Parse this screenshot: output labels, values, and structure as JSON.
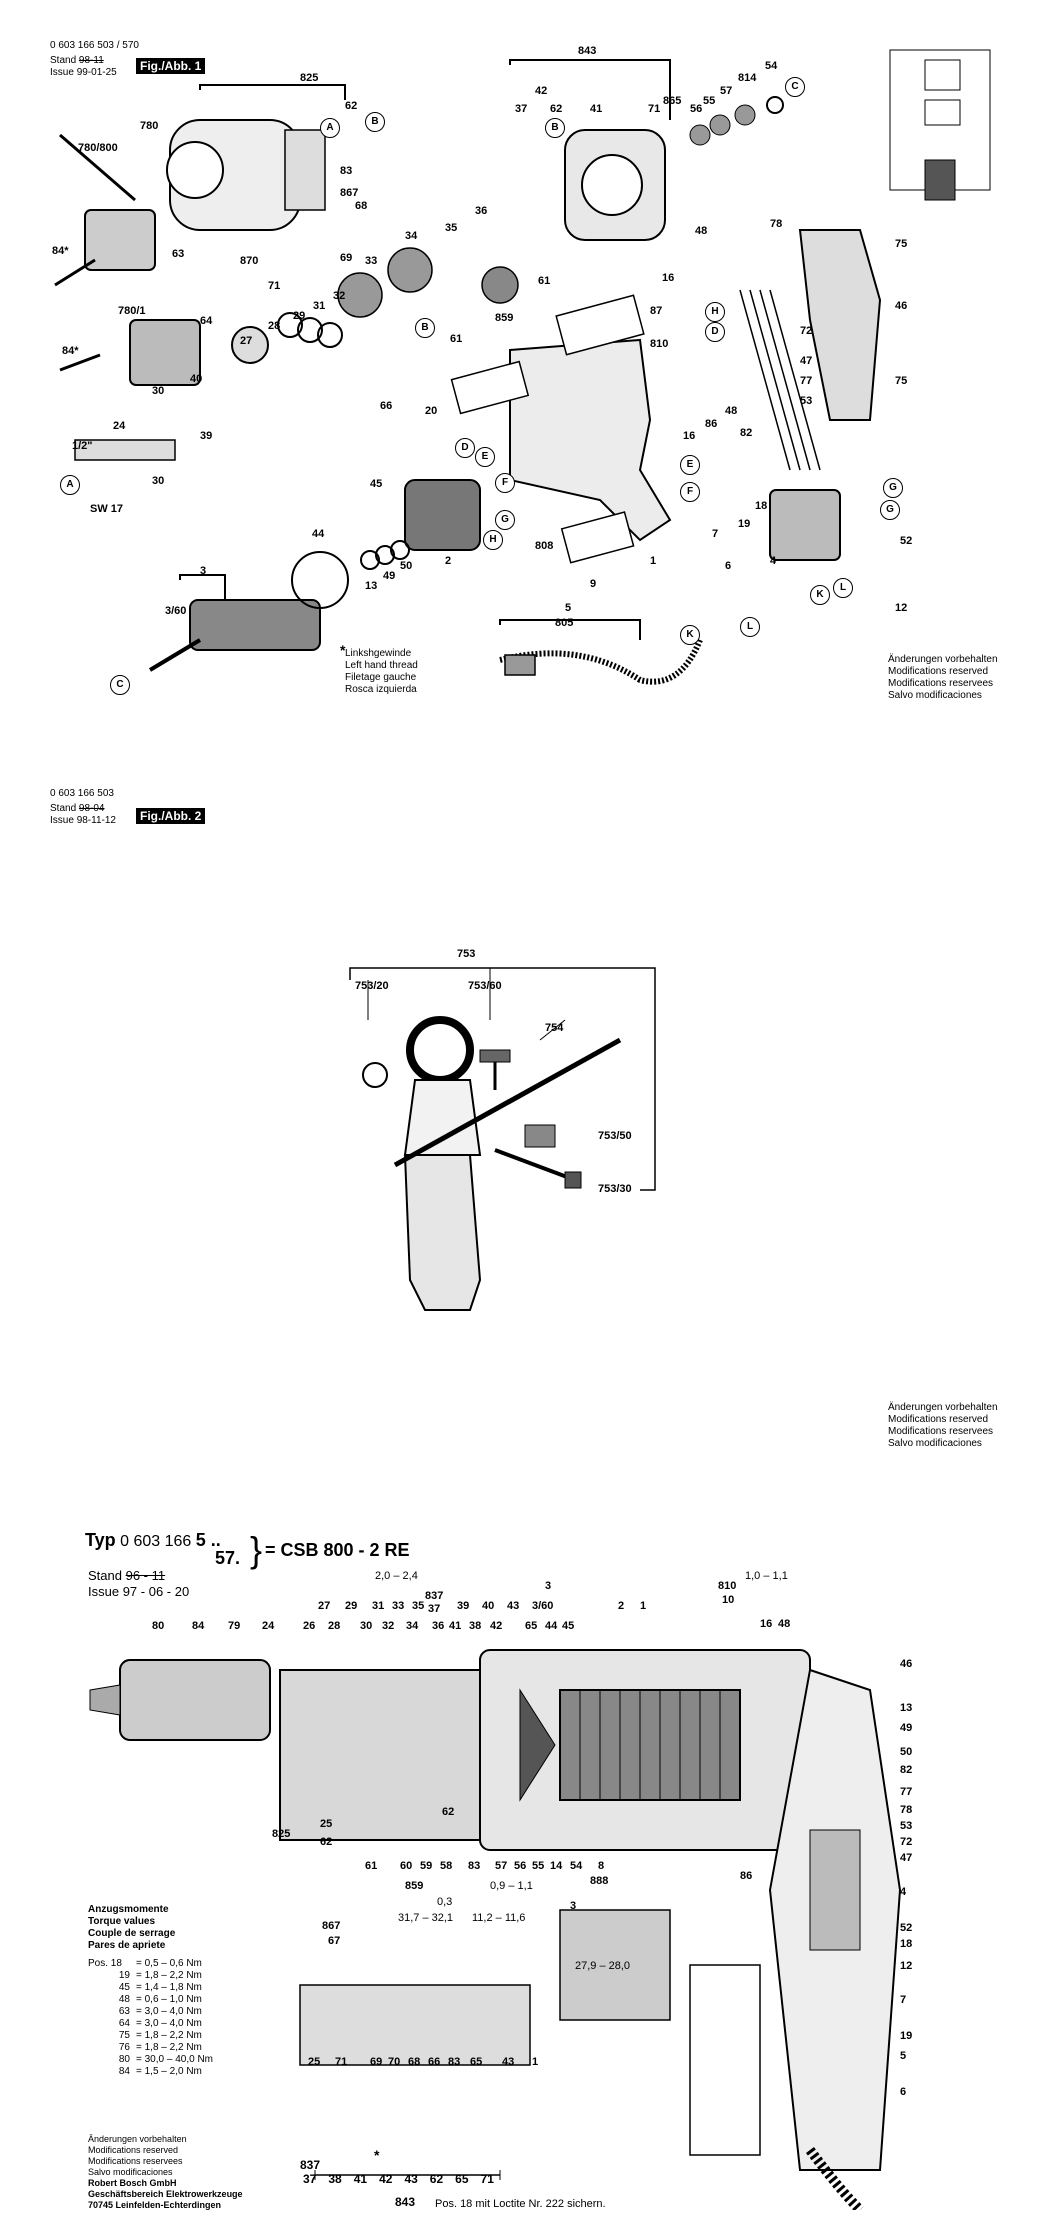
{
  "section1": {
    "part_number": "0 603 166 503 / 570",
    "stand_label": "Stand",
    "stand_value": "98-11",
    "issue_label": "Issue",
    "issue_value": "99-01-25",
    "fig_label": "Fig./Abb. 1",
    "legend_lines": [
      "Linkshgewinde",
      "Left hand thread",
      "Filetage gauche",
      "Rosca izquierda"
    ],
    "mods_lines": [
      "Änderungen vorbehalten",
      "Modifications reserved",
      "Modifications reservees",
      "Salvo modificaciones"
    ],
    "callouts": [
      "825",
      "62",
      "780",
      "780/800",
      "83",
      "84*",
      "867",
      "68",
      "63",
      "870",
      "69",
      "71",
      "64",
      "34",
      "35",
      "36",
      "33",
      "32",
      "31",
      "29",
      "28",
      "27",
      "780/1",
      "84*",
      "30",
      "40",
      "39",
      "66",
      "24",
      "1/2\"",
      "SW 17",
      "30",
      "45",
      "44",
      "3",
      "3/60",
      "13",
      "49",
      "50",
      "2",
      "808",
      "9",
      "1",
      "20",
      "87",
      "843",
      "42",
      "37",
      "62",
      "41",
      "71",
      "865",
      "56",
      "55",
      "57",
      "814",
      "54",
      "61",
      "859",
      "61",
      "48",
      "16",
      "78",
      "75",
      "46",
      "810",
      "72",
      "47",
      "77",
      "53",
      "82",
      "16",
      "86",
      "48",
      "7",
      "18",
      "19",
      "4",
      "6",
      "5",
      "805",
      "52",
      "12",
      "75"
    ],
    "circle_labels": [
      "A",
      "B",
      "B",
      "D",
      "E",
      "F",
      "G",
      "H",
      "C",
      "C",
      "A",
      "B",
      "D",
      "E",
      "F",
      "H",
      "G",
      "K",
      "L",
      "K",
      "L",
      "G"
    ]
  },
  "section2": {
    "part_number": "0 603 166 503",
    "stand_label": "Stand",
    "stand_value": "98-04",
    "issue_label": "Issue",
    "issue_value": "98-11-12",
    "fig_label": "Fig./Abb. 2",
    "callouts": [
      "753",
      "753/20",
      "753/60",
      "754",
      "753/50",
      "753/30"
    ],
    "mods_lines": [
      "Änderungen vorbehalten",
      "Modifications reserved",
      "Modifications reservees",
      "Salvo modificaciones"
    ]
  },
  "section3": {
    "typ_label": "Typ",
    "typ_number": "0 603 166",
    "variant_a": "5 ..",
    "variant_b": "57.",
    "model": "= CSB 800 - 2 RE",
    "stand_label": "Stand",
    "stand_value": "96 - 11",
    "issue_label": "Issue",
    "issue_value": "97 - 06 - 20",
    "dims": [
      "2,0 – 2,4",
      "1,0 – 1,1",
      "0,9 – 1,1",
      "0,3",
      "31,7 – 32,1",
      "11,2 – 11,6",
      "27,9 – 28,0"
    ],
    "top_callouts": [
      "80",
      "84",
      "79",
      "24",
      "27",
      "26",
      "28",
      "29",
      "30",
      "31",
      "32",
      "33",
      "34",
      "35",
      "36",
      "837",
      "37",
      "41",
      "39",
      "38",
      "40",
      "42",
      "43",
      "3/60",
      "3",
      "65",
      "44",
      "45",
      "2",
      "1",
      "810",
      "10",
      "16",
      "48"
    ],
    "right_callouts": [
      "46",
      "13",
      "49",
      "50",
      "82",
      "77",
      "78",
      "53",
      "72",
      "47",
      "4",
      "52",
      "18",
      "12",
      "7",
      "19",
      "5",
      "6"
    ],
    "bottom_callouts": [
      "825",
      "25",
      "62",
      "61",
      "60",
      "59",
      "58",
      "859",
      "83",
      "57",
      "56",
      "55",
      "14",
      "54",
      "8",
      "888",
      "86",
      "62"
    ],
    "lower_callouts": [
      "867",
      "67",
      "25",
      "71",
      "69",
      "70",
      "68",
      "66",
      "83",
      "65",
      "43",
      "1",
      "3"
    ],
    "torque_title": [
      "Anzugsmomente",
      "Torque values",
      "Couple de serrage",
      "Pares de apriete"
    ],
    "torque_rows": [
      {
        "pos": "Pos. 18",
        "range": "= 0,5 – 0,6 Nm"
      },
      {
        "pos": "19",
        "range": "= 1,8 – 2,2 Nm"
      },
      {
        "pos": "45",
        "range": "= 1,4 – 1,8 Nm"
      },
      {
        "pos": "48",
        "range": "= 0,6 – 1,0 Nm"
      },
      {
        "pos": "63",
        "range": "= 3,0 – 4,0 Nm"
      },
      {
        "pos": "64",
        "range": "= 3,0 – 4,0 Nm"
      },
      {
        "pos": "75",
        "range": "= 1,8 – 2,2 Nm"
      },
      {
        "pos": "76",
        "range": "= 1,8 – 2,2 Nm"
      },
      {
        "pos": "80",
        "range": "= 30,0 – 40,0 Nm"
      },
      {
        "pos": "84",
        "range": "= 1,5 – 2,0 Nm"
      }
    ],
    "sequence_numbers": [
      "837",
      "37",
      "38",
      "41",
      "42",
      "43",
      "62",
      "65",
      "71"
    ],
    "sequence_star": "*",
    "sequence_total": "843",
    "footer_lines": [
      "Änderungen vorbehalten",
      "Modifications reserved",
      "Modifications reservees",
      "Salvo modificaciones",
      "Robert Bosch GmbH",
      "Geschäftsbereich Elektrowerkzeuge",
      "70745 Leinfelden-Echterdingen"
    ],
    "loctite_note": "Pos. 18 mit Loctite Nr. 222 sichern."
  }
}
